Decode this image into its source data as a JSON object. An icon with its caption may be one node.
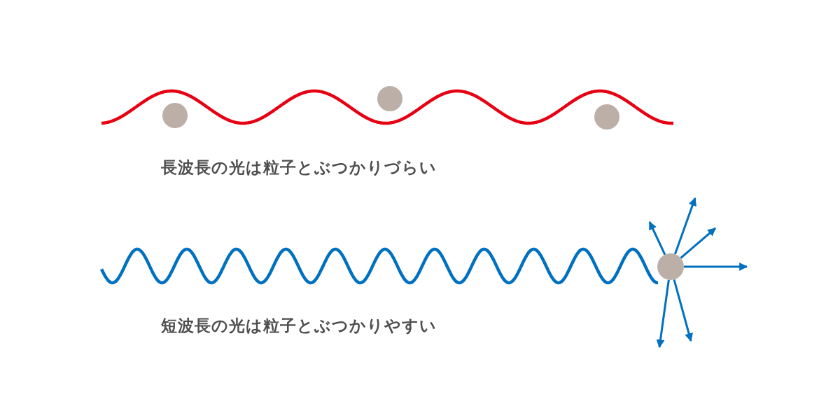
{
  "diagram": {
    "nodes": [
      {
        "text": [],
        "shape": "circle"
      },
      {
        "text": [],
        "shape": "circle"
      },
      {
        "text": [],
        "shape": "circle"
      },
      {
        "text": [],
        "shape": "circle"
      }
    ],
    "edges": [
      {
        "from": 3,
        "to": null,
        "arrow": "to"
      },
      {
        "from": 3,
        "to": null,
        "arrow": "to"
      },
      {
        "from": 3,
        "to": null,
        "arrow": "to"
      },
      {
        "from": 3,
        "to": null,
        "arrow": "to"
      },
      {
        "from": 3,
        "to": null,
        "arrow": "to"
      },
      {
        "from": 3,
        "to": null,
        "arrow": "to"
      }
    ],
    "labels": [
      "長波長の光は粒子とぶつかりづらい",
      "短波長の光は粒子とぶつかりやすい"
    ]
  }
}
